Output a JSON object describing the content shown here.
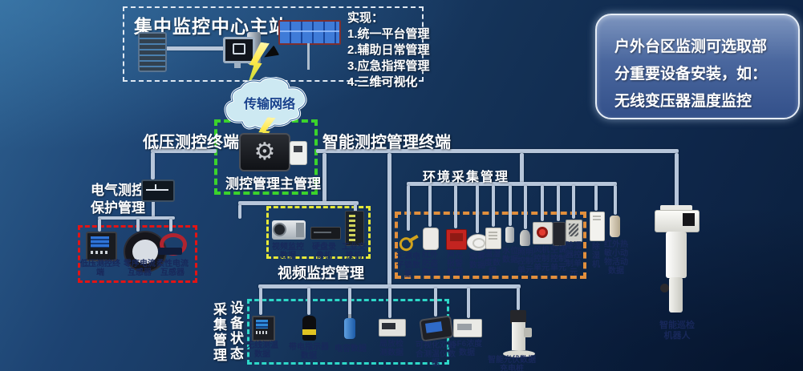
{
  "header": {
    "title": "集中监控中心主站"
  },
  "goals": {
    "heading": "实现：",
    "items": [
      "1.统一平台管理",
      "2.辅助日常管理",
      "3.应急指挥管理",
      "4.三维可视化"
    ]
  },
  "callout": {
    "lines": [
      "户外台区监测可选取部",
      "分重要设备安装，如：",
      "无线变压器温度监控"
    ]
  },
  "cloud": {
    "label": "传输网络"
  },
  "labels": {
    "low_voltage_terminal": "低压测控终端",
    "smart_terminal": "智能测控管理终端",
    "main_control": "测控管理主管理",
    "electrical_line1": "电气测控",
    "electrical_line2": "保护管理",
    "env_title": "环境采集管理",
    "video_title": "视频监控管理",
    "status_col_left": "采集管理",
    "status_col_right": "设备状态"
  },
  "electrical_devices": [
    {
      "label": "低压测控终端"
    },
    {
      "label": "零序电流互感器"
    },
    {
      "label": "柔性电流互感器"
    }
  ],
  "video_devices": [
    {
      "label": "视频监控数据"
    },
    {
      "label": "硬盘录像机"
    },
    {
      "label": "工业交换机"
    }
  ],
  "env_devices": [
    {
      "label": "无源电子锁数据"
    },
    {
      "label": "红外防盗数据"
    },
    {
      "label": "声光报警数据"
    },
    {
      "label": "烟雾数据"
    },
    {
      "label": "温湿度数据"
    },
    {
      "label": "水位数据"
    },
    {
      "label": "照明控制单元"
    },
    {
      "label": "风机控制单元"
    },
    {
      "label": "空调控制单元"
    },
    {
      "label": "除湿器控制单元"
    },
    {
      "label": "除湿机"
    },
    {
      "label": "红外热敏小动物活动数据"
    }
  ],
  "status_devices": [
    {
      "label": "无线测温数据"
    },
    {
      "label": "带电指示器数据"
    },
    {
      "label": "电容数据"
    },
    {
      "label": "局放检测数据"
    },
    {
      "label": "可视化双融合测温仪数据"
    },
    {
      "label": "SF6浓度数据"
    },
    {
      "label": "智能光伏数据充电桩"
    }
  ],
  "robot": {
    "label": "智能巡检机器人"
  },
  "colors": {
    "accent_green": "#3bd32c",
    "accent_red": "#e31414",
    "accent_yellow": "#e6e838",
    "accent_orange": "#e28f3c",
    "accent_cyan": "#2ed8c8",
    "line": "#b7c6da"
  }
}
